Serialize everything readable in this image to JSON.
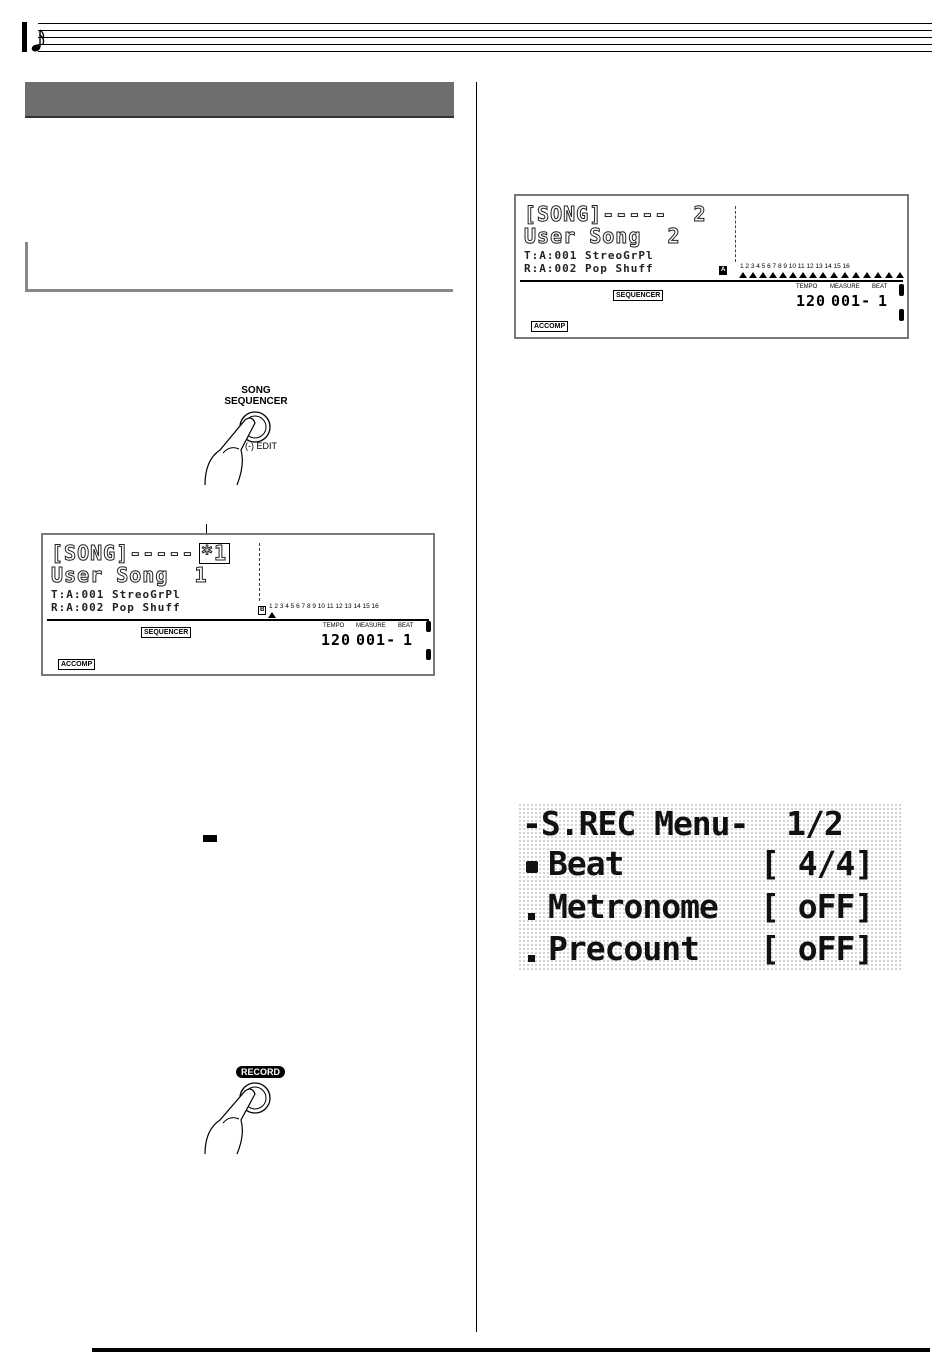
{
  "song_sequencer_button": {
    "line1": "SONG",
    "line2": "SEQUENCER",
    "edit_label": "(-) EDIT"
  },
  "record_button": {
    "label": "RECORD"
  },
  "lcd_song1": {
    "line1": "[SONG]-----",
    "line1_box": "*1",
    "line2": "User Song  1",
    "line3": "T:A:001 StreoGrPl",
    "line4": "R:A:002 Pop Shuff",
    "section_letter": "B",
    "track_numbers": "1  2  3  4  5  6  7  8  9  10  11  12  13  14  15  16",
    "sequencer_tag": "SEQUENCER",
    "accomp_tag": "ACCOMP",
    "tempo_label": "TEMPO",
    "measure_label": "MEASURE",
    "beat_label": "BEAT",
    "tempo_value": "120",
    "measure_value": "001-",
    "beat_value": "1"
  },
  "lcd_song2": {
    "line1": "[SONG]-----  2",
    "line2": "User Song  2",
    "line3": "T:A:001 StreoGrPl",
    "line4": "R:A:002 Pop Shuff",
    "section_letter": "A",
    "track_numbers": "1  2  3  4  5  6  7  8  9  10  11  12  13  14  15  16",
    "sequencer_tag": "SEQUENCER",
    "accomp_tag": "ACCOMP",
    "tempo_label": "TEMPO",
    "measure_label": "MEASURE",
    "beat_label": "BEAT",
    "tempo_value": "120",
    "measure_value": "001-",
    "beat_value": "1"
  },
  "rec_menu": {
    "title": "-S.REC Menu-  1/2",
    "row1_label": "Beat",
    "row1_value": "[ 4/4]",
    "row2_label": "Metronome",
    "row2_value": "[ oFF]",
    "row3_label": "Precount",
    "row3_value": "[ oFF]"
  }
}
